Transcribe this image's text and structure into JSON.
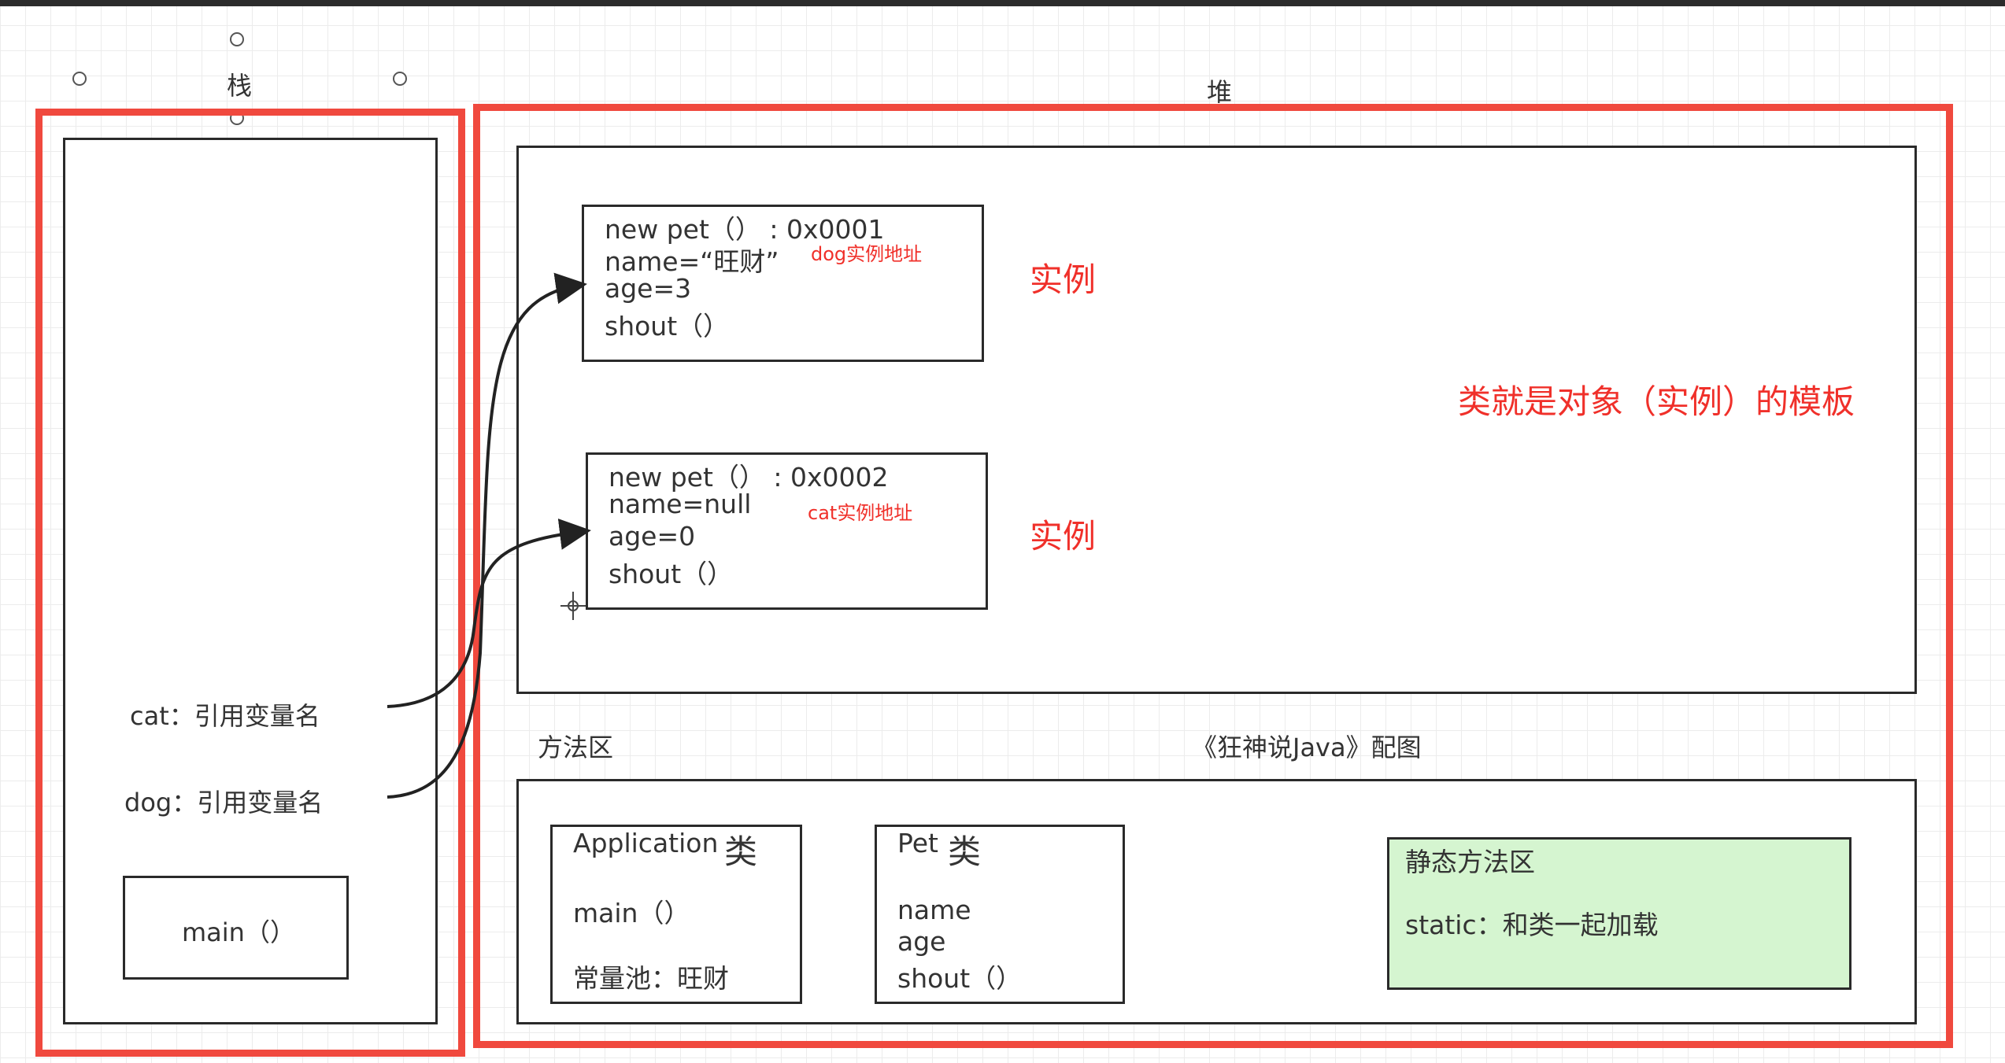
{
  "stack": {
    "title": "栈",
    "cat_ref": "cat：引用变量名",
    "dog_ref": "dog：引用变量名",
    "main": "main（）"
  },
  "heap": {
    "title": "堆",
    "note": "类就是对象（实例）的模板"
  },
  "instances": [
    {
      "line1": "new pet（）   :   0x0001",
      "line2": "name=“旺财”",
      "line3": "age=3",
      "line4": "shout（）",
      "addr_note": "dog实例地址",
      "tag": "实例"
    },
    {
      "line1": "new pet（）   :   0x0002",
      "line2": "name=null",
      "line3": "age=0",
      "line4": "shout（）",
      "addr_note": "cat实例地址",
      "tag": "实例"
    }
  ],
  "method_area": {
    "title": "方法区",
    "caption": "《狂神说Java》配图",
    "application": {
      "name": "Application",
      "tag": "类",
      "main": "main（）",
      "pool": "常量池：旺财"
    },
    "pet": {
      "name": "Pet",
      "tag": "类",
      "f1": "name",
      "f2": "age",
      "f3": "shout（）"
    },
    "static_area": {
      "title": "静态方法区",
      "desc": "static：和类一起加载"
    }
  },
  "colors": {
    "frame_red": "#f0493e",
    "text_red": "#f0302a",
    "static_green": "#d5f5d0"
  }
}
